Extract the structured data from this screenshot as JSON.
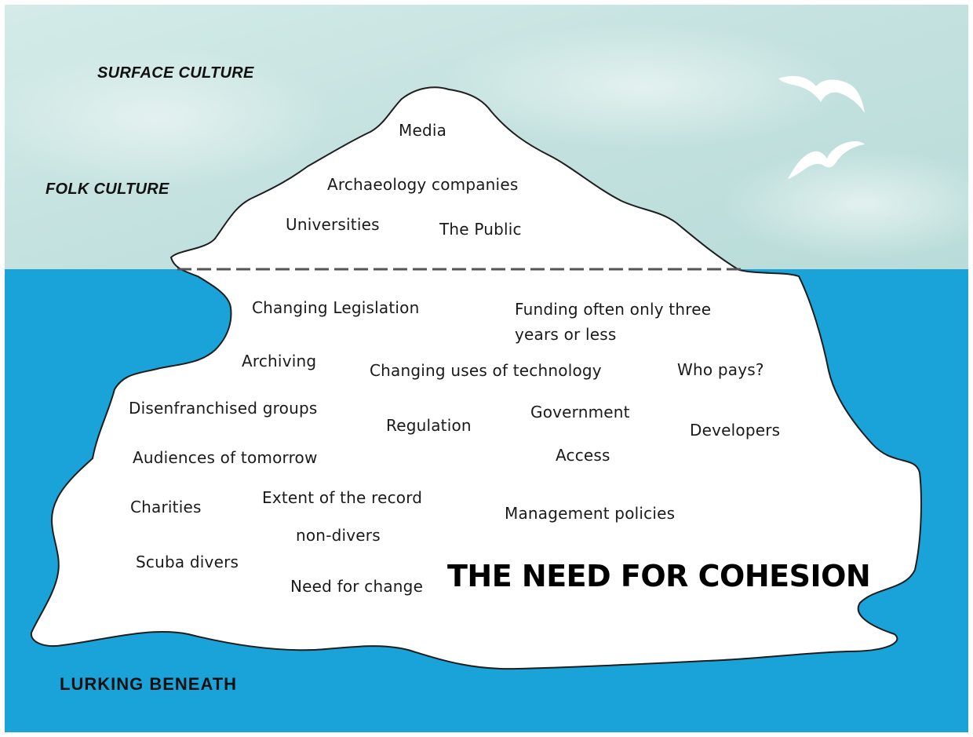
{
  "zones": {
    "surface": "SURFACE CULTURE",
    "folk": "FOLK CULTURE",
    "lurking": "LURKING BENEATH"
  },
  "above_water": {
    "media": "Media",
    "archaeology": "Archaeology companies",
    "universities": "Universities",
    "public": "The Public"
  },
  "below_water": {
    "changing_legislation": "Changing Legislation",
    "funding_line1": "Funding often only three",
    "funding_line2": "years or less",
    "archiving": "Archiving",
    "tech": "Changing uses of technology",
    "who_pays": "Who pays?",
    "disenfranchised": "Disenfranchised groups",
    "government": "Government",
    "regulation": "Regulation",
    "developers": "Developers",
    "audiences": "Audiences of tomorrow",
    "access": "Access",
    "extent": "Extent of the record",
    "charities": "Charities",
    "management": "Management policies",
    "non_divers": "non-divers",
    "scuba": "Scuba divers",
    "need_change": "Need for change"
  },
  "headline": "THE NEED FOR COHESION",
  "colors": {
    "sky": "#c8e4e2",
    "sea": "#1aa3d8",
    "iceberg": "#ffffff",
    "outline": "#1e1e1e"
  },
  "icons": [
    "seagull-icon",
    "seagull-icon"
  ]
}
